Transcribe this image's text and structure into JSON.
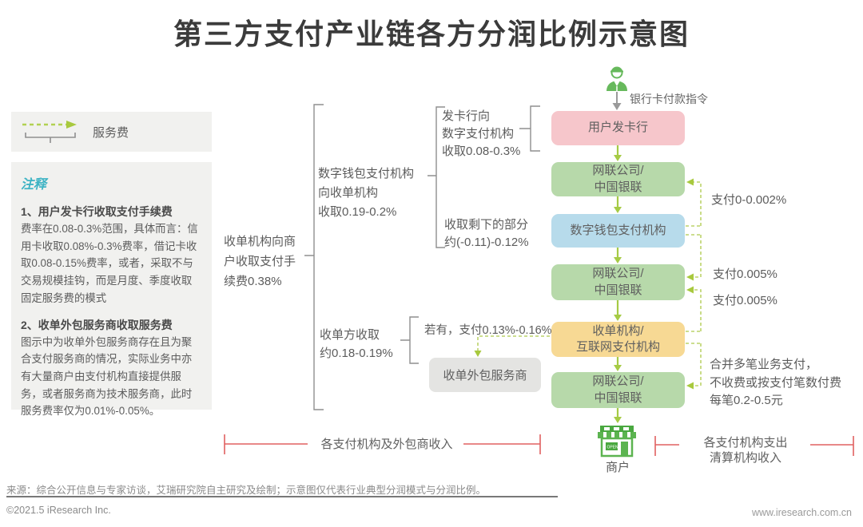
{
  "title": "第三方支付产业链各方分润比例示意图",
  "legend": {
    "service_fee_label": "服务费"
  },
  "notes": {
    "heading": "注释",
    "items": [
      {
        "title": "1、用户发卡行收取支付手续费",
        "body": "费率在0.08-0.3%范围，具体而言：信用卡收取0.08%-0.3%费率，借记卡收取0.08-0.15%费率，或者，采取不与交易规模挂钩，而是月度、季度收取固定服务费的模式"
      },
      {
        "title": "2、收单外包服务商收取服务费",
        "body": "图示中为收单外包服务商存在且为聚合支付服务商的情况，实际业务中亦有大量商户由支付机构直接提供服务，或者服务商为技术服务商，此时服务费率仅为0.01%-0.05%。"
      }
    ]
  },
  "flow": {
    "payment_instruction_label": "银行卡付款指令",
    "boxes": {
      "issuer": "用户发卡行",
      "clearing_1": "网联公司/\n中国银联",
      "wallet": "数字钱包支付机构",
      "clearing_2": "网联公司/\n中国银联",
      "acquirer": "收单机构/\n互联网支付机构",
      "clearing_3": "网联公司/\n中国银联",
      "outsourcer": "收单外包服务商"
    },
    "merchant_label": "商户",
    "merchant_icon_sign": "OPEN"
  },
  "fee_annotations": {
    "issuer_fee": "发卡行向\n数字支付机构\n收取0.08-0.3%",
    "wallet_fee": "数字钱包支付机构\n向收单机构\n收取0.19-0.2%",
    "remainder_fee": "收取剩下的部分\n约(-0.11)-0.12%",
    "acquirer_merchant_fee": "收单机构向商\n户收取支付手\n续费0.38%",
    "acquirer_keep": "收单方收取\n约0.18-0.19%",
    "outsourcer_fee": "若有，支付0.13%-0.16%",
    "wallet_to_clearing1": "支付0-0.002%",
    "wallet_to_clearing2": "支付0.005%",
    "acquirer_to_clearing2": "支付0.005%",
    "acquirer_to_clearing3": "合并多笔业务支付，\n不收费或按支付笔数付费\n每笔0.2-0.5元"
  },
  "bottom": {
    "left_measure_label": "各支付机构及外包商收入",
    "right_measure_label": "各支付机构支出\n清算机构收入"
  },
  "footer": {
    "source": "来源：综合公开信息与专家访谈，艾瑞研究院自主研究及绘制；示意图仅代表行业典型分润模式与分润比例。",
    "copyright": "©2021.5 iResearch Inc.",
    "website": "www.iresearch.com.cn"
  },
  "colors": {
    "issuer_box": "#f6c6cb",
    "clearing_box": "#b7d9aa",
    "wallet_box": "#b7dbeb",
    "acquirer_box": "#f7d994",
    "outsourcer_box": "#e4e4e2",
    "flow_arrow": "#a6cb45",
    "dashed_fee_line": "#bcd46a",
    "measure_line": "#e06060",
    "notes_heading": "#3db3c4",
    "person_icon": "#67b95c",
    "shop_icon": "#4aa840"
  }
}
